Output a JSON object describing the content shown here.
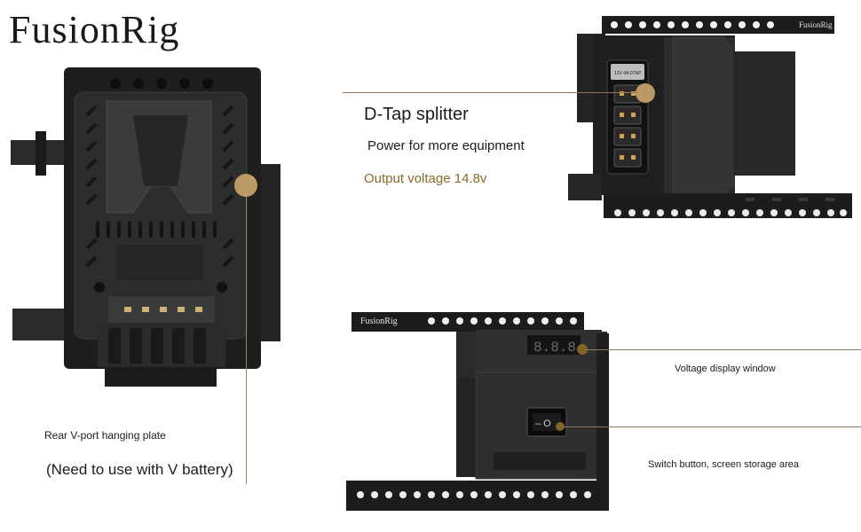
{
  "brand": {
    "logo_text": "FusionRig"
  },
  "callouts": {
    "rear_plate": {
      "title": "Rear V-port hanging plate",
      "note": "(Need to use with V battery)"
    },
    "dtap": {
      "title": "D-Tap splitter",
      "subtitle": "Power for more equipment",
      "voltage": "Output voltage 14.8v"
    },
    "voltage_window": {
      "label": "Voltage display window"
    },
    "switch": {
      "label": "Switch button, screen storage area"
    }
  },
  "products": {
    "top_right_rail_logo": "FusionRig",
    "bottom_rail_logo": "FusionRig",
    "display_readout": "8.8.8.",
    "switch_symbols": "– O",
    "dtap_plate_text": "12V 4A DTAP"
  },
  "colors": {
    "accent_gold": "#caa36a",
    "callout_line": "#8a7a5a",
    "body_dark": "#1e1e1e"
  }
}
